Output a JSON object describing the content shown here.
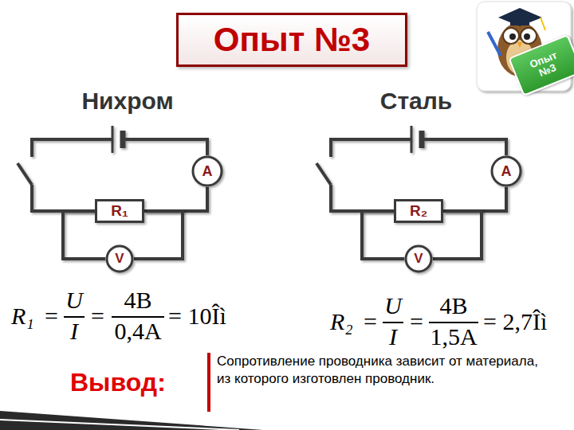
{
  "diagram": {
    "nodes": [
      {
        "text": [
          "Опыт №3"
        ]
      },
      {
        "text": [
          "Опыт №3"
        ]
      },
      {
        "text": [
          "A"
        ]
      },
      {
        "text": [
          "R₁"
        ]
      },
      {
        "text": [
          "V"
        ]
      },
      {
        "text": [
          "A"
        ]
      },
      {
        "text": [
          "R₂"
        ]
      },
      {
        "text": [
          "V"
        ]
      }
    ],
    "edges": [
      {
        "from": 2,
        "to": 3,
        "arrow": "none"
      },
      {
        "from": 3,
        "to": 4,
        "arrow": "none"
      },
      {
        "from": 3,
        "to": 4,
        "arrow": "none"
      },
      {
        "from": 5,
        "to": 6,
        "arrow": "none"
      },
      {
        "from": 6,
        "to": 7,
        "arrow": "none"
      },
      {
        "from": 6,
        "to": 7,
        "arrow": "none"
      }
    ],
    "labels": [
      "Нихром",
      "Сталь",
      "R₁",
      "=",
      "U",
      "I",
      "=",
      "4B",
      "0,4A",
      "= 10Îì",
      "R₂",
      "=",
      "U",
      "I",
      "=",
      "4B",
      "1,5A",
      "= 2,7Îì",
      "Вывод:",
      "Сопротивление проводника зависит от материала, из которого изготовлен проводник."
    ]
  }
}
